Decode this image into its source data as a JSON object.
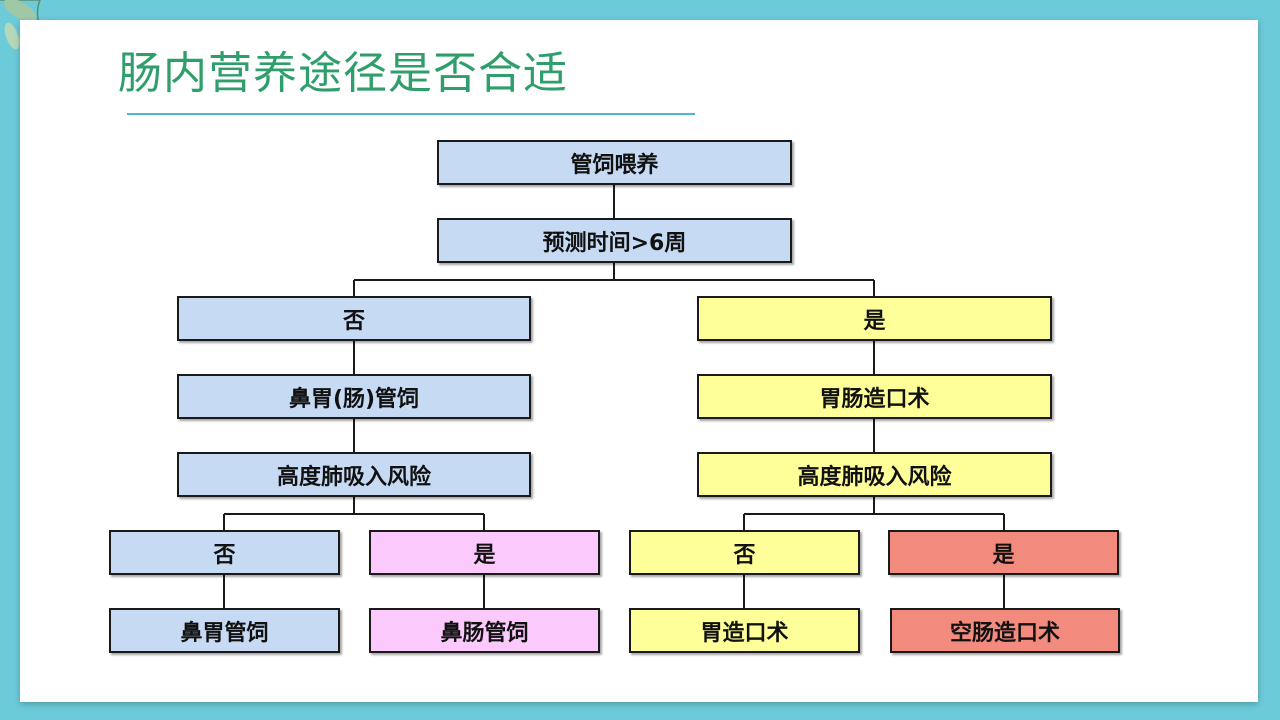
{
  "title": "肠内营养途径是否合适",
  "colors": {
    "blue": "#c6dbf3",
    "yellow": "#ffff99",
    "pink": "#fbc9fb",
    "salmon": "#f28b7d",
    "title": "#2e9e6a",
    "frame": "#6ccbd9"
  },
  "flow": {
    "root": "管饲喂养",
    "question": "预测时间>6周",
    "left": {
      "answer": "否",
      "method": "鼻胃(肠)管饲",
      "risk": "高度肺吸入风险",
      "no": {
        "answer": "否",
        "result": "鼻胃管饲"
      },
      "yes": {
        "answer": "是",
        "result": "鼻肠管饲"
      }
    },
    "right": {
      "answer": "是",
      "method": "胃肠造口术",
      "risk": "高度肺吸入风险",
      "no": {
        "answer": "否",
        "result": "胃造口术"
      },
      "yes": {
        "answer": "是",
        "result": "空肠造口术"
      }
    }
  }
}
